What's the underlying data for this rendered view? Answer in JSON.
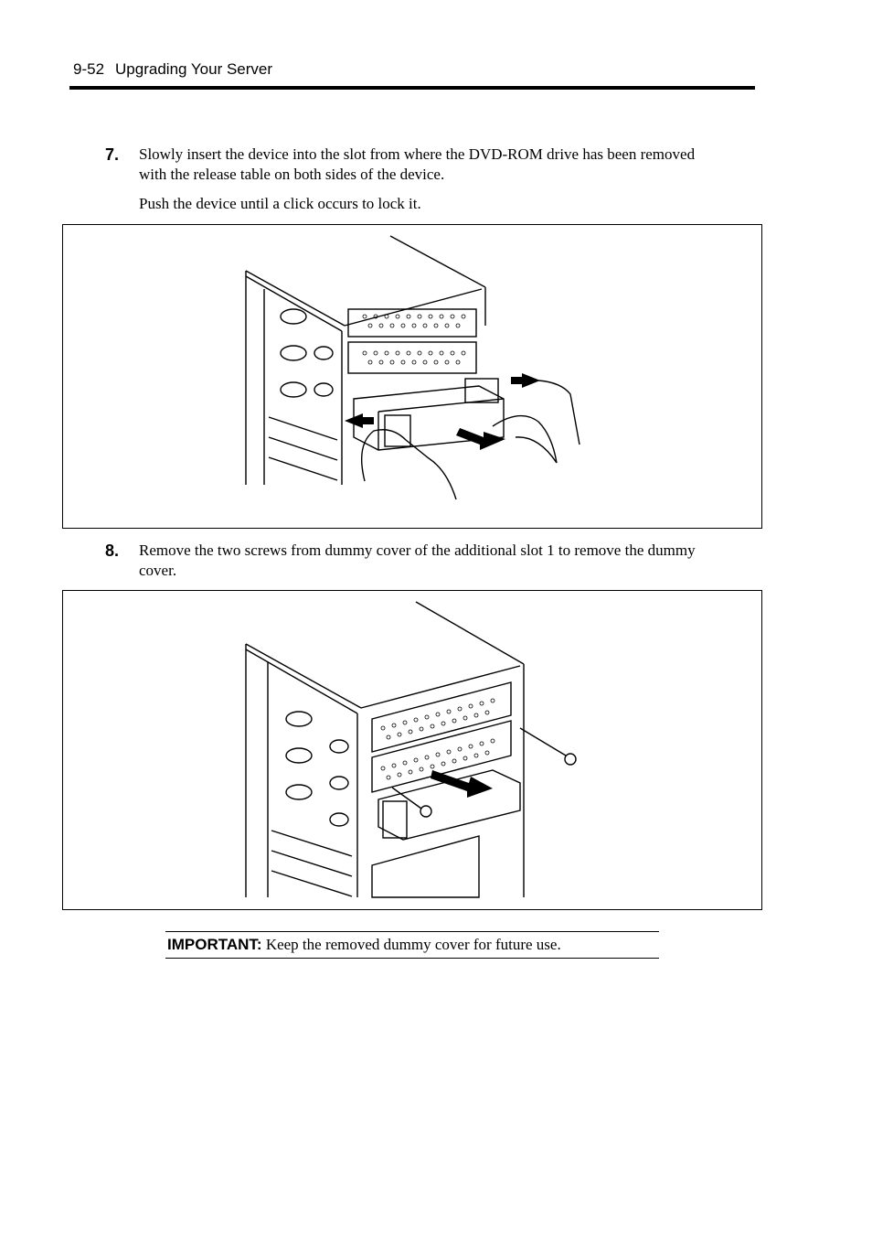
{
  "header": {
    "page_number": "9-52",
    "section_title": "Upgrading Your Server"
  },
  "steps": [
    {
      "number": "7.",
      "text_line1": "Slowly insert the device into the slot from where the DVD-ROM drive has been removed",
      "text_line2": "with the release table on both sides of the device.",
      "note": "Push the device until a click occurs to lock it."
    },
    {
      "number": "8.",
      "text_line1": "Remove the two screws from dummy cover of the additional slot 1 to remove the dummy",
      "text_line2": "cover."
    }
  ],
  "important": {
    "label": "IMPORTANT:",
    "text": " Keep the removed dummy cover for future use."
  }
}
